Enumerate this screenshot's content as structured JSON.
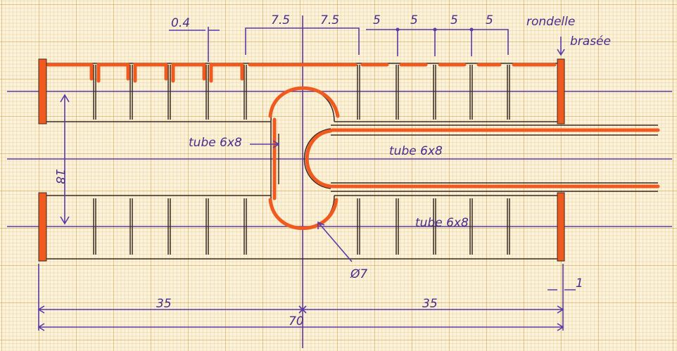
{
  "labels": {
    "fin_thickness": "0.4",
    "half_gap_left": "7.5",
    "half_gap_right": "7.5",
    "pitch": [
      "5",
      "5",
      "5",
      "5"
    ],
    "washer_line1": "rondelle",
    "washer_line2": "brasée",
    "height": "18",
    "tube_left": "tube 6x8",
    "tube_center": "tube 6x8",
    "tube_bottom": "tube 6x8",
    "bend_diameter": "Ø7",
    "half_length_left": "35",
    "half_length_right": "35",
    "total_length": "70",
    "washer_thickness": "1"
  },
  "colors": {
    "dimension": "#5a3aa8",
    "braze": "#f05a1e",
    "outline": "#3a2a22"
  }
}
